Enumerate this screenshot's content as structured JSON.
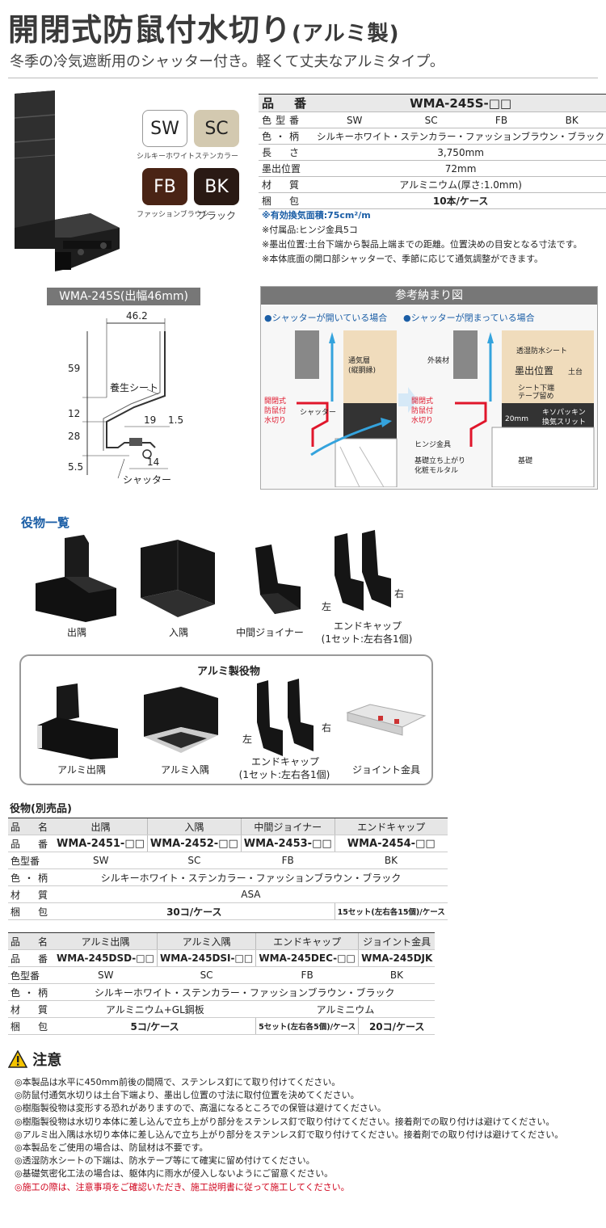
{
  "header": {
    "title": "開閉式防鼠付水切り",
    "title_suffix": "(アルミ製)",
    "subtitle": "冬季の冷気遮断用のシャッター付き。軽くて丈夫なアルミタイプ。"
  },
  "swatches": [
    {
      "code": "SW",
      "label": "シルキーホワイト",
      "color": "#ffffff",
      "text_color": "#222222"
    },
    {
      "code": "SC",
      "label": "ステンカラー",
      "color": "#d3c9b0",
      "text_color": "#222222"
    },
    {
      "code": "FB",
      "label": "ファッションブラウン",
      "color": "#4a2415",
      "text_color": "#ffffff"
    },
    {
      "code": "BK",
      "label": "ブラック",
      "color": "#2a1a14",
      "text_color": "#ffffff"
    }
  ],
  "spec": {
    "head_label": "品　番",
    "head_value": "WMA-245S-□□",
    "rows": [
      {
        "label": "色型番",
        "values": [
          "SW",
          "SC",
          "FB",
          "BK"
        ]
      },
      {
        "label": "色・柄",
        "value": "シルキーホワイト・ステンカラー・ファッションブラウン・ブラック"
      },
      {
        "label": "長　さ",
        "value": "3,750mm"
      },
      {
        "label": "墨出位置",
        "value": "72mm"
      },
      {
        "label": "材　質",
        "value": "アルミニウム(厚さ:1.0mm)"
      },
      {
        "label": "梱　包",
        "value": "10本/ケース"
      }
    ],
    "notes": [
      "※有効換気面積:75cm²/m",
      "※付属品:ヒンジ金具5コ",
      "※墨出位置:土台下端から製品上端までの距離。位置決めの目安となる寸法です。",
      "※本体底面の開口部シャッターで、季節に応じて通気調整ができます。"
    ]
  },
  "profile": {
    "tag": "WMA-245S(出幅46mm)",
    "dims": {
      "width": "46.2",
      "h59": "59",
      "h12": "12",
      "h28": "28",
      "h55": "5.5",
      "w19": "19",
      "w15": "1.5",
      "w14": "14"
    },
    "label_sheet": "養生シート",
    "label_shutter": "シャッター"
  },
  "reference": {
    "title": "参考納まり図",
    "open_label": "●シャッターが開いている場合",
    "closed_label": "●シャッターが閉まっている場合",
    "left_labels": {
      "vent": "通気層",
      "vent2": "(縦胴縁)",
      "product": "開閉式\n防鼠付\n水切り",
      "shutter": "シャッター"
    },
    "right_labels": {
      "outer": "外装材",
      "sheet": "透湿防水シート",
      "mark": "墨出位置",
      "base": "土台",
      "tape": "シート下端\nテープ留め",
      "packing": "キソパッキン\n換気スリット",
      "hinge": "ヒンジ金具",
      "mortar": "基礎立ち上がり\n化粧モルタル",
      "found": "基礎",
      "mm20": "20mm",
      "product": "開閉式\n防鼠付\n水切り"
    }
  },
  "accessories": {
    "title": "役物一覧",
    "items": [
      {
        "name": "出隅"
      },
      {
        "name": "入隅"
      },
      {
        "name": "中間ジョイナー"
      },
      {
        "name": "エンドキャップ",
        "sub": "(1セット:左右各1個)"
      }
    ],
    "left": "左",
    "right": "右",
    "alu_title": "アルミ製役物",
    "alu_items": [
      {
        "name": "アルミ出隅"
      },
      {
        "name": "アルミ入隅"
      },
      {
        "name": "エンドキャップ",
        "sub": "(1セット:左右各1個)"
      },
      {
        "name": "ジョイント金具"
      }
    ]
  },
  "table1": {
    "caption": "役物(別売品)",
    "name_label": "品　名",
    "names": [
      "出隅",
      "入隅",
      "中間ジョイナー",
      "エンドキャップ"
    ],
    "code_label": "品　番",
    "codes": [
      "WMA-2451-□□",
      "WMA-2452-□□",
      "WMA-2453-□□",
      "WMA-2454-□□"
    ],
    "color_code_label": "色型番",
    "color_codes": [
      "SW",
      "SC",
      "FB",
      "BK"
    ],
    "color_label": "色・柄",
    "color_value": "シルキーホワイト・ステンカラー・ファッションブラウン・ブラック",
    "material_label": "材　質",
    "material_value": "ASA",
    "pack_label": "梱　包",
    "pack_a": "30コ/ケース",
    "pack_b": "15セット(左右各15個)/ケース"
  },
  "table2": {
    "name_label": "品　名",
    "names": [
      "アルミ出隅",
      "アルミ入隅",
      "エンドキャップ",
      "ジョイント金具"
    ],
    "code_label": "品　番",
    "codes": [
      "WMA-245DSD-□□",
      "WMA-245DSI-□□",
      "WMA-245DEC-□□",
      "WMA-245DJK"
    ],
    "color_code_label": "色型番",
    "color_codes": [
      "SW",
      "SC",
      "FB",
      "BK"
    ],
    "color_label": "色・柄",
    "color_value": "シルキーホワイト・ステンカラー・ファッションブラウン・ブラック",
    "material_label": "材　質",
    "material_a": "アルミニウム+GL鋼板",
    "material_b": "アルミニウム",
    "pack_label": "梱　包",
    "pack_a": "5コ/ケース",
    "pack_b": "5セット(左右各5個)/ケース",
    "pack_c": "20コ/ケース"
  },
  "caution": {
    "title": "注意",
    "items": [
      "◎本製品は水平に450mm前後の間隔で、ステンレス釘にて取り付けてください。",
      "◎防鼠付通気水切りは土台下端より、墨出し位置の寸法に取付位置を決めてください。",
      "◎樹脂製役物は変形する恐れがありますので、高温になるところでの保管は避けてください。",
      "◎樹脂製役物は水切り本体に差し込んで立ち上がり部分をステンレス釘で取り付けてください。接着剤での取り付けは避けてください。",
      "◎アルミ出入隅は水切り本体に差し込んで立ち上がり部分をステンレス釘で取り付けてください。接着剤での取り付けは避けてください。",
      "◎本製品をご使用の場合は、防鼠材は不要です。",
      "◎透湿防水シートの下端は、防水テープ等にて確実に留め付けてください。",
      "◎基礎気密化工法の場合は、躯体内に雨水が侵入しないようにご留意ください。"
    ],
    "final": "◎施工の際は、注意事項をご確認いただき、施工説明書に従って施工してください。"
  }
}
